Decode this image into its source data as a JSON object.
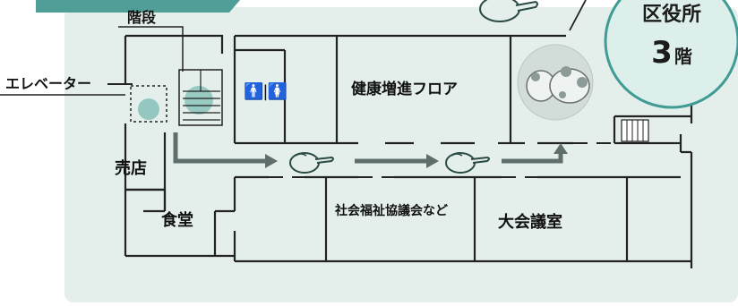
{
  "map": {
    "rooms": {
      "stairs": "階段",
      "elevator": "エレベーター",
      "kiosk": "売店",
      "dining": "食堂",
      "health_floor": "健康増進フロア",
      "social_welfare": "社会福祉協議会など",
      "conference_room": "大会議室"
    },
    "destination_badge": {
      "label": "区役所",
      "floor_number": "3",
      "floor_unit": "階"
    },
    "restroom_icon": "🚹|🚺",
    "colors": {
      "floor_bg": "#e4efec",
      "wall": "#222222",
      "route_arrow": "#5f6e6a",
      "badge_fill": "#dcefeb",
      "badge_border": "#3f9b93",
      "header_tab": "#4f9f98",
      "highlight_circle": "#7fbdb4"
    }
  }
}
